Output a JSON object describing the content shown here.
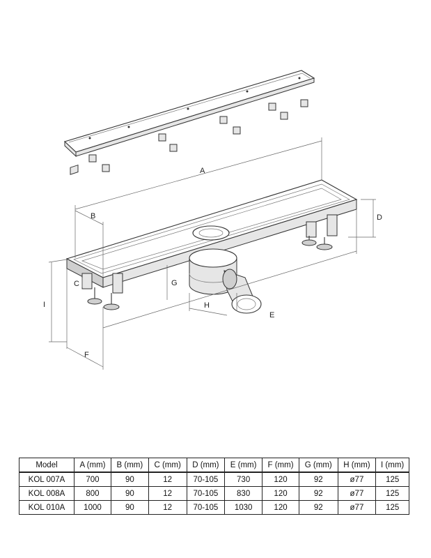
{
  "diagram": {
    "labels": {
      "a": "A",
      "b": "B",
      "c": "C",
      "d": "D",
      "e": "E",
      "f": "F",
      "g": "G",
      "h": "H",
      "i": "I"
    }
  },
  "table": {
    "headers": [
      "Model",
      "A (mm)",
      "B (mm)",
      "C (mm)",
      "D (mm)",
      "E (mm)",
      "F (mm)",
      "G (mm)",
      "H (mm)",
      "I (mm)"
    ],
    "rows": [
      [
        "KOL 007A",
        "700",
        "90",
        "12",
        "70-105",
        "730",
        "120",
        "92",
        "ø77",
        "125"
      ],
      [
        "KOL 008A",
        "800",
        "90",
        "12",
        "70-105",
        "830",
        "120",
        "92",
        "ø77",
        "125"
      ],
      [
        "KOL 010A",
        "1000",
        "90",
        "12",
        "70-105",
        "1030",
        "120",
        "92",
        "ø77",
        "125"
      ]
    ]
  }
}
